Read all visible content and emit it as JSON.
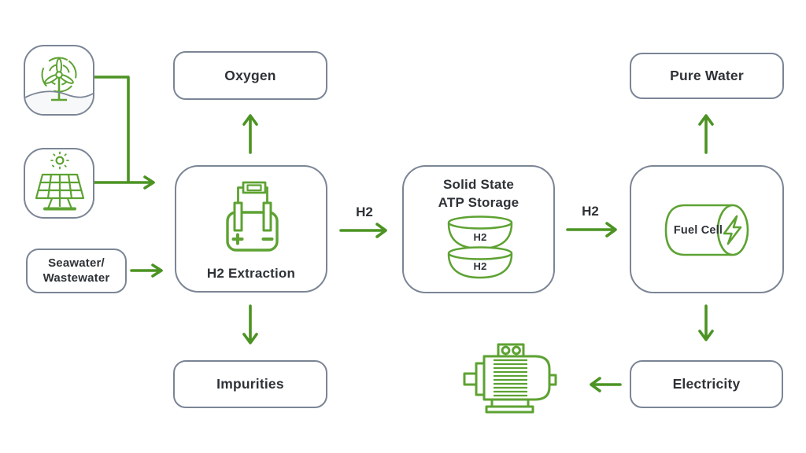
{
  "colors": {
    "arrow_green": "#4c9323",
    "icon_green": "#5da232",
    "box_border": "#7b8595",
    "text_dark": "#2e3237",
    "background": "#ffffff"
  },
  "nodes": {
    "wind": {
      "icon": "wind-turbine-icon"
    },
    "solar": {
      "icon": "solar-panel-icon"
    },
    "seawater": {
      "line1": "Seawater/",
      "line2": "Wastewater"
    },
    "oxygen": {
      "label": "Oxygen"
    },
    "h2_extraction": {
      "label": "H2 Extraction",
      "icon": "electrolyzer-icon"
    },
    "storage": {
      "title_line1": "Solid State",
      "title_line2": "ATP Storage",
      "cylinders": [
        {
          "label": "H2"
        },
        {
          "label": "H2"
        }
      ]
    },
    "fuel_cell": {
      "label": "Fuel Cell",
      "icon": "fuel-cell-cylinder-icon"
    },
    "pure_water": {
      "label": "Pure Water"
    },
    "impurities": {
      "label": "Impurities"
    },
    "electricity": {
      "label": "Electricity"
    },
    "motor": {
      "icon": "electric-motor-icon"
    }
  },
  "edge_labels": {
    "extraction_to_storage": "H2",
    "storage_to_fuel_cell": "H2"
  }
}
